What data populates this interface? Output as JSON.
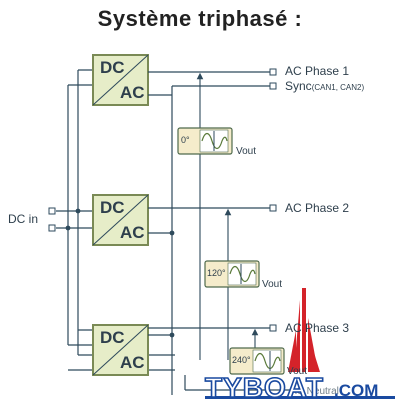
{
  "title": "Système triphasé :",
  "inputs": {
    "dc_in": "DC in"
  },
  "converters": [
    {
      "dc": "DC",
      "ac": "AC"
    },
    {
      "dc": "DC",
      "ac": "AC"
    },
    {
      "dc": "DC",
      "ac": "AC"
    }
  ],
  "outputs": {
    "phase1": "AC Phase 1",
    "sync": "Sync",
    "sync_detail": "(CAN1, CAN2)",
    "phase2": "AC Phase 2",
    "phase3": "AC Phase 3",
    "neutral": "AC Neutral"
  },
  "phase_meters": [
    {
      "angle": "0°",
      "label": "Vout"
    },
    {
      "angle": "120°",
      "label": "Vout"
    },
    {
      "angle": "240°",
      "label": "Vout"
    }
  ],
  "watermark": {
    "brand": "TYBOAT",
    "suffix": ".COM"
  },
  "colors": {
    "line": "#2e4a5c",
    "converter_border": "#7a8a55",
    "converter_fill": "#e6edc8",
    "meter_fill": "#f5eccb",
    "meter_border": "#4f6a4c",
    "wave": "#5a7a3a",
    "flag_red": "#d4232a"
  }
}
